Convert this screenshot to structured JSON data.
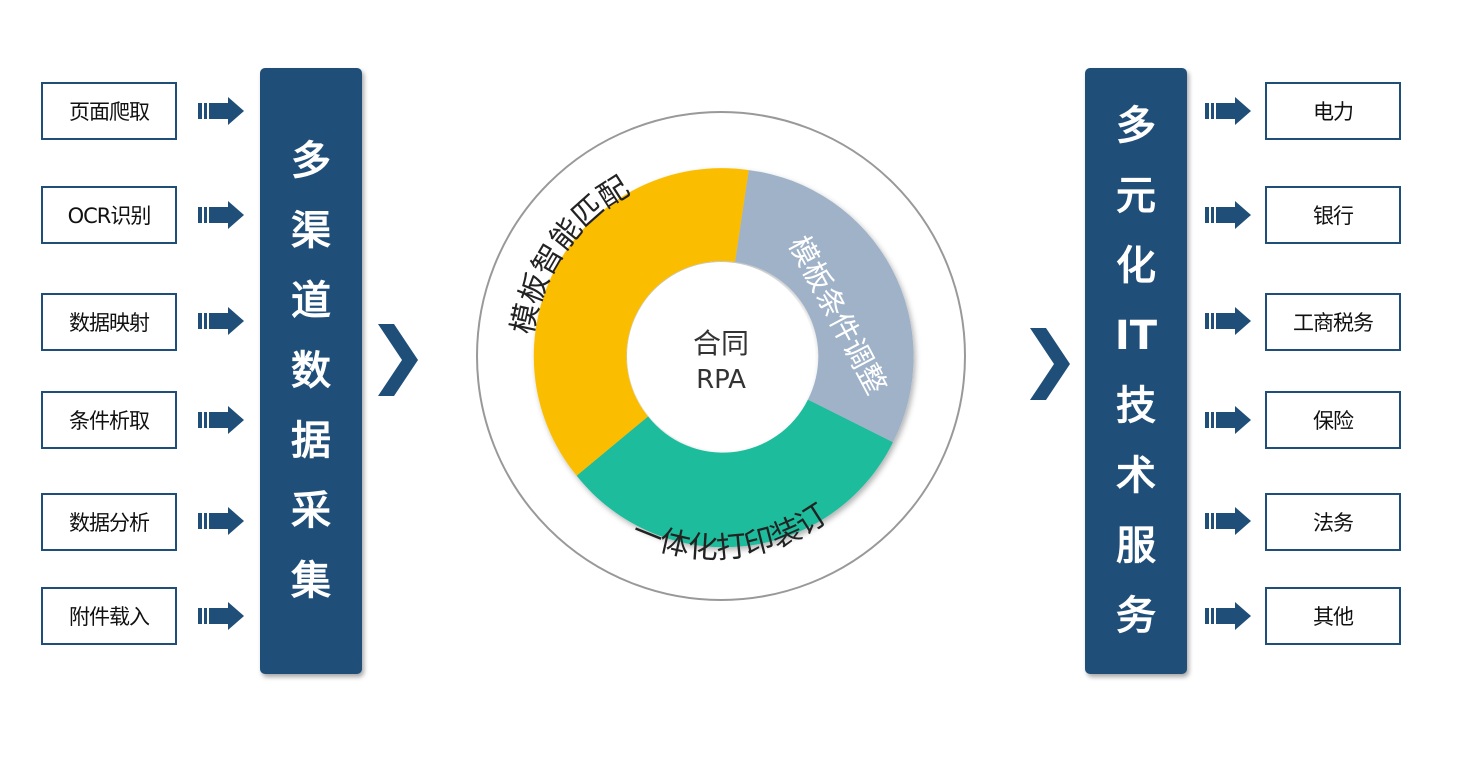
{
  "left_inputs": [
    "页面爬取",
    "OCR识别",
    "数据映射",
    "条件析取",
    "数据分析",
    "附件载入"
  ],
  "left_title": [
    "多",
    "渠",
    "道",
    "数",
    "据",
    "采",
    "集"
  ],
  "center": {
    "line1": "合同",
    "line2": "RPA",
    "segments": [
      {
        "label": "模板智能匹配",
        "color": "#fbbd00"
      },
      {
        "label": "模板条件调整",
        "color": "#9fb2c8"
      },
      {
        "label": "一体化打印装订",
        "color": "#1abc9c"
      }
    ]
  },
  "right_title": [
    "多",
    "元",
    "化",
    "IT",
    "技",
    "术",
    "服",
    "务"
  ],
  "right_outputs": [
    "电力",
    "银行",
    "工商税务",
    "保险",
    "法务",
    "其他"
  ],
  "colors": {
    "primary": "#1f4e79",
    "outline": "#999999"
  }
}
